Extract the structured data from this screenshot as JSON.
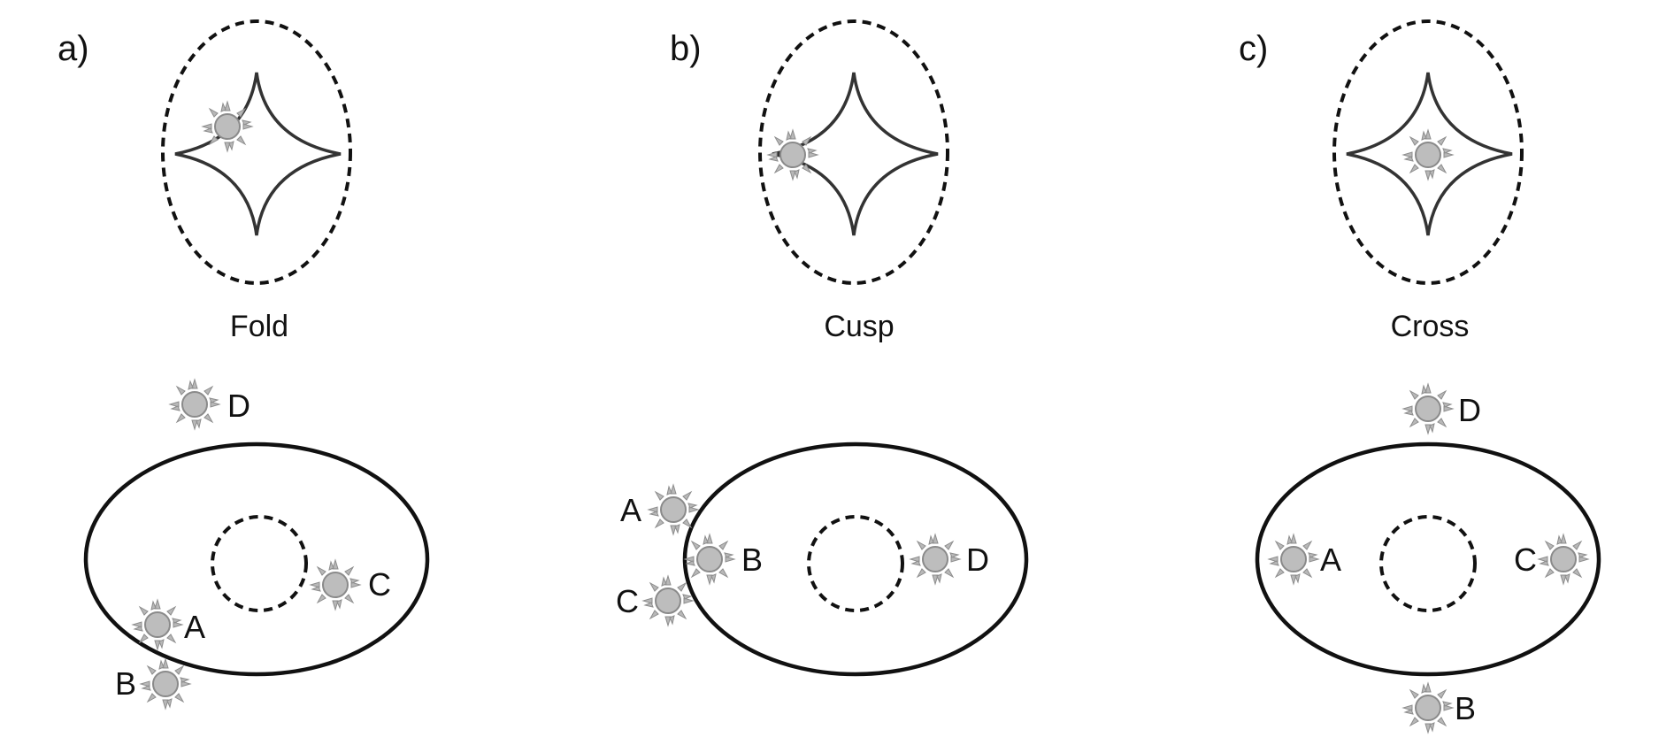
{
  "panels": [
    {
      "tag": "a)",
      "caption": "Fold",
      "images": {
        "A": "A",
        "B": "B",
        "C": "C",
        "D": "D"
      }
    },
    {
      "tag": "b)",
      "caption": "Cusp",
      "images": {
        "A": "A",
        "B": "B",
        "C": "C",
        "D": "D"
      }
    },
    {
      "tag": "c)",
      "caption": "Cross",
      "images": {
        "A": "A",
        "B": "B",
        "C": "C",
        "D": "D"
      }
    }
  ],
  "icons": {
    "source": "sun-star-icon",
    "image": "sun-star-icon"
  },
  "colors": {
    "line": "#111111",
    "caustic": "#333333",
    "star_fill": "#bdbdbd",
    "star_edge": "#8a8a8a"
  }
}
